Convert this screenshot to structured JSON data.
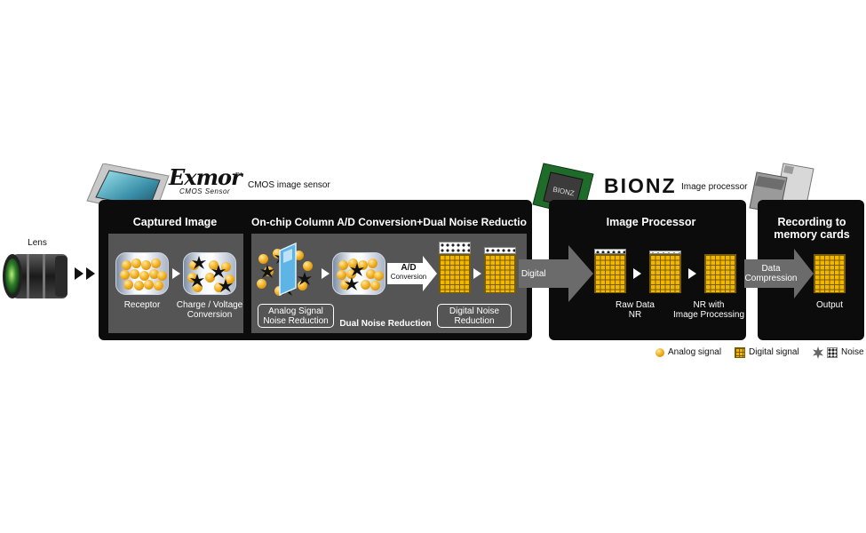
{
  "lens": {
    "label": "Lens"
  },
  "sensor": {
    "brand": "Exmor",
    "brand_sub": "CMOS Sensor",
    "tm": "TM",
    "desc": "CMOS image sensor"
  },
  "processor": {
    "brand": "BIONZ",
    "chip_label": "BIONZ",
    "desc": "Image processor"
  },
  "captured": {
    "title": "Captured Image",
    "receptor": "Receptor",
    "conversion": "Charge / Voltage\nConversion"
  },
  "onchip": {
    "title": "On-chip Column A/D Conversion+Dual Noise Reduction",
    "ad_conversion": "A/D",
    "ad_conversion_sub": "Conversion",
    "analog_nr": "Analog Signal\nNoise Reduction",
    "dual_nr": "Dual Noise Reduction",
    "digital_nr": "Digital Noise\nReduction"
  },
  "digital_signal": "Digital Signal",
  "image_processor": {
    "title": "Image Processor",
    "raw_nr": "Raw Data\nNR",
    "nr_processing": "NR with\nImage Processing"
  },
  "data_compression": "Data\nCompression",
  "recording": {
    "title": "Recording to\nmemory cards",
    "output": "Output"
  },
  "legend": {
    "analog": "Analog signal",
    "digital": "Digital signal",
    "noise": "Noise"
  },
  "colors": {
    "panel": "#0c0c0c",
    "analog": "#f3b326",
    "digital": "#f0b800",
    "sub_panel": "#555555"
  }
}
